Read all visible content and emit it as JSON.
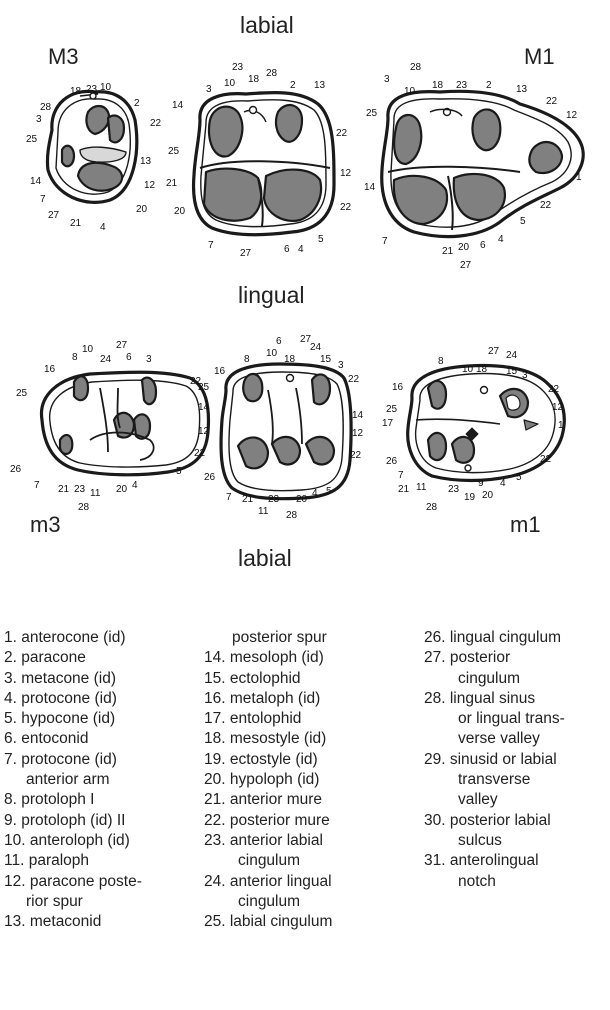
{
  "directions": {
    "top": "labial",
    "middle": "lingual",
    "bottom": "labial"
  },
  "tooth_labels": {
    "upper_left": "M3",
    "upper_right": "M1",
    "lower_left": "m3",
    "lower_right": "m1"
  },
  "callouts": {
    "M3": [
      "18",
      "23",
      "10",
      "28",
      "3",
      "2",
      "22",
      "25",
      "13",
      "12",
      "14",
      "7",
      "27",
      "21",
      "4",
      "20"
    ],
    "M2": [
      "23",
      "28",
      "10",
      "18",
      "3",
      "2",
      "13",
      "14",
      "25",
      "22",
      "21",
      "12",
      "20",
      "22",
      "7",
      "27",
      "6",
      "4",
      "5"
    ],
    "M1": [
      "28",
      "3",
      "18",
      "23",
      "2",
      "13",
      "10",
      "22",
      "12",
      "25",
      "14",
      "1",
      "22",
      "5",
      "7",
      "21",
      "20",
      "6",
      "4",
      "27"
    ],
    "m3": [
      "10",
      "27",
      "8",
      "24",
      "6",
      "3",
      "16",
      "25",
      "22",
      "14",
      "12",
      "22",
      "26",
      "5",
      "7",
      "21",
      "23",
      "20",
      "4",
      "11",
      "28"
    ],
    "m2": [
      "6",
      "27",
      "24",
      "10",
      "18",
      "15",
      "3",
      "8",
      "16",
      "22",
      "25",
      "14",
      "12",
      "22",
      "26",
      "7",
      "21",
      "23",
      "20",
      "4",
      "5",
      "11",
      "28"
    ],
    "m1": [
      "27",
      "24",
      "8",
      "10",
      "18",
      "15",
      "3",
      "16",
      "22",
      "12",
      "25",
      "1",
      "17",
      "26",
      "22",
      "7",
      "21",
      "11",
      "9",
      "4",
      "5",
      "23",
      "19",
      "20",
      "28"
    ]
  },
  "legend": {
    "col1": [
      "1. anterocone (id)",
      "2. paracone",
      "3. metacone (id)",
      "4. protocone (id)",
      "5. hypocone (id)",
      "6. entoconid",
      "7. protocone (id)",
      "anterior arm",
      "8. protoloph I",
      "9. protoloph (id) II",
      "10. anteroloph (id)",
      "11. paraloph",
      "12. paracone poste-",
      "rior spur",
      "13. metaconid"
    ],
    "col2": [
      "posterior spur",
      "14. mesoloph (id)",
      "15. ectolophid",
      "16. metaloph (id)",
      "17. entolophid",
      "18. mesostyle (id)",
      "19. ectostyle (id)",
      "20. hypoloph (id)",
      "21. anterior mure",
      "22. posterior mure",
      "23. anterior labial",
      "cingulum",
      "24. anterior lingual",
      "cingulum",
      "25. labial cingulum"
    ],
    "col3": [
      "26. lingual cingulum",
      "27. posterior",
      "cingulum",
      "28. lingual sinus",
      "or lingual trans-",
      "verse valley",
      "29. sinusid or labial",
      "transverse",
      "valley",
      "30. posterior labial",
      "sulcus",
      "31. anterolingual",
      "notch"
    ]
  },
  "colors": {
    "cusp_fill": "#808080",
    "outline": "#1a1a1a",
    "light_fill": "#d8d8d8"
  }
}
